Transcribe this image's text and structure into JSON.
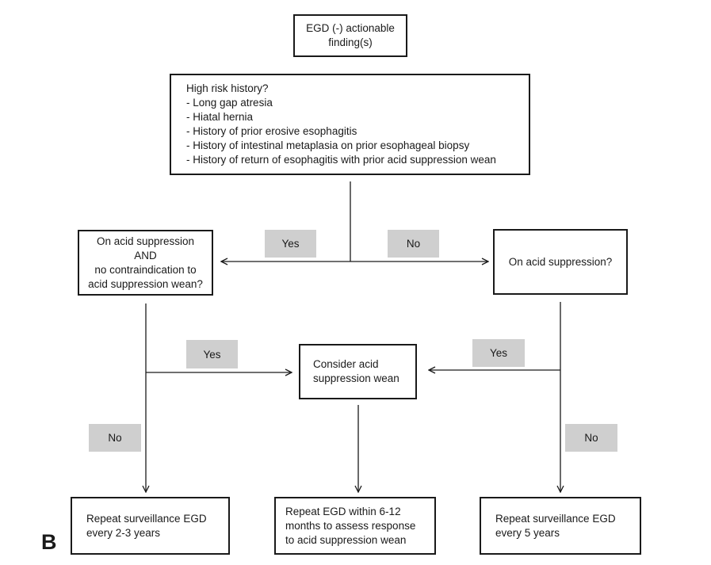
{
  "panel_label": "B",
  "start": {
    "lines": [
      "EGD (-) actionable",
      "finding(s)"
    ]
  },
  "risk": {
    "title": "High risk history?",
    "items": [
      "- Long gap atresia",
      "- Hiatal hernia",
      "- History of prior erosive esophagitis",
      "- History of intestinal metaplasia on prior esophageal biopsy",
      "- History of return of esophagitis with prior acid suppression wean"
    ]
  },
  "left_question": {
    "lines": [
      "On acid suppression",
      "AND",
      "no contraindication to",
      "acid suppression wean?"
    ]
  },
  "right_question": {
    "lines": [
      "On acid suppression?"
    ]
  },
  "consider": {
    "lines": [
      "Consider acid",
      "suppression wean"
    ]
  },
  "outcome_left": {
    "lines": [
      "Repeat surveillance EGD",
      "every 2-3 years"
    ]
  },
  "outcome_center": {
    "lines": [
      "Repeat EGD within 6-12",
      "months to assess response",
      "to acid suppression wean"
    ]
  },
  "outcome_right": {
    "lines": [
      "Repeat surveillance EGD",
      "every 5 years"
    ]
  },
  "labels": {
    "risk_yes": "Yes",
    "risk_no": "No",
    "left_yes": "Yes",
    "left_no": "No",
    "right_yes": "Yes",
    "right_no": "No"
  },
  "colors": {
    "stroke": "#1a1a1a",
    "label_fill": "#cfcfcf"
  }
}
